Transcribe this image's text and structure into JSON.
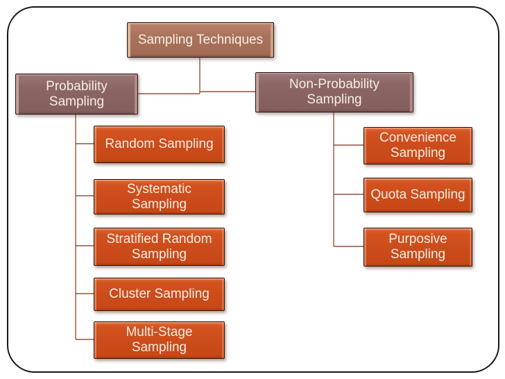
{
  "slide": {
    "background": "#FFFFFF",
    "frame_border_color": "#161616"
  },
  "colors": {
    "root_fill": "#A9715C",
    "branch_fill": "#8A6462",
    "leaf_fill": "#CC4B1B",
    "connector": "#90543B",
    "text": "#F6EFE4"
  },
  "diagram": {
    "type": "hierarchy-tree",
    "nodes": {
      "root": {
        "label": "Sampling Techniques",
        "lines": [
          "Sampling Techniques"
        ]
      },
      "probability": {
        "label": "Probability Sampling",
        "lines": [
          "Probability",
          "Sampling"
        ]
      },
      "non_probability": {
        "label": "Non-Probability Sampling",
        "lines": [
          "Non-Probability",
          "Sampling"
        ]
      },
      "random": {
        "label": "Random Sampling",
        "lines": [
          "Random Sampling"
        ]
      },
      "systematic": {
        "label": "Systematic Sampling",
        "lines": [
          "Systematic",
          "Sampling"
        ]
      },
      "stratified": {
        "label": "Stratified Random Sampling",
        "lines": [
          "Stratified Random",
          "Sampling"
        ]
      },
      "cluster": {
        "label": "Cluster Sampling",
        "lines": [
          "Cluster Sampling"
        ]
      },
      "multistage": {
        "label": "Multi-Stage Sampling",
        "lines": [
          "Multi-Stage",
          "Sampling"
        ]
      },
      "convenience": {
        "label": "Convenience Sampling",
        "lines": [
          "Convenience",
          "Sampling"
        ]
      },
      "quota": {
        "label": "Quota Sampling",
        "lines": [
          "Quota Sampling"
        ]
      },
      "purposive": {
        "label": "Purposive Sampling",
        "lines": [
          "Purposive",
          "Sampling"
        ]
      }
    },
    "edges": [
      [
        "root",
        "probability"
      ],
      [
        "root",
        "non_probability"
      ],
      [
        "probability",
        "random"
      ],
      [
        "probability",
        "systematic"
      ],
      [
        "probability",
        "stratified"
      ],
      [
        "probability",
        "cluster"
      ],
      [
        "probability",
        "multistage"
      ],
      [
        "non_probability",
        "convenience"
      ],
      [
        "non_probability",
        "quota"
      ],
      [
        "non_probability",
        "purposive"
      ]
    ]
  }
}
